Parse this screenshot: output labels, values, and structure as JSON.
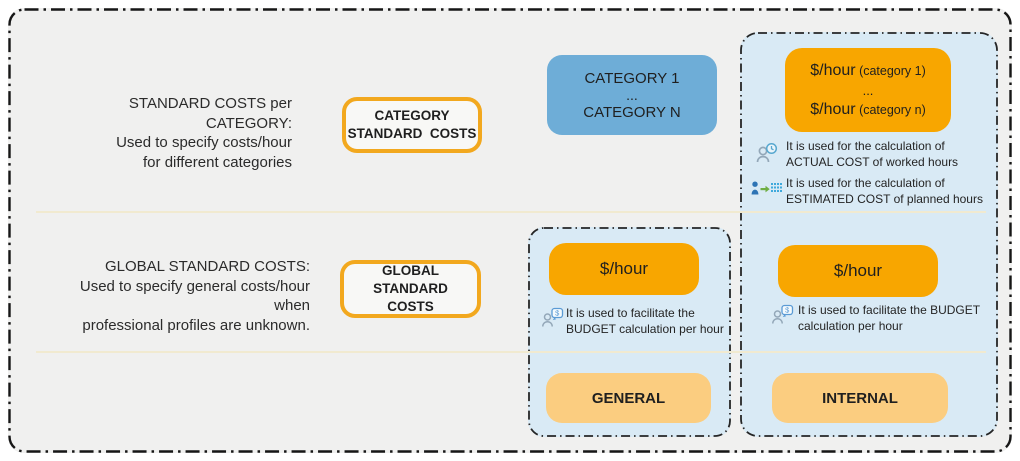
{
  "colors": {
    "canvas": "#f0f0ef",
    "panel_blue": "#d9eaf5",
    "category_blue": "#6eadd7",
    "orange": "#f8a600",
    "light_orange": "#fbcd80",
    "button_border": "#f2a81e",
    "divider": "#f1ead0",
    "frame_border": "#161616"
  },
  "row_category": {
    "description_lines": [
      "STANDARD COSTS per CATEGORY:",
      "Used to specify costs/hour",
      "for different categories"
    ],
    "button": {
      "line1": "CATEGORY",
      "line2": "STANDARD  COSTS"
    },
    "categories_box": {
      "line1": "CATEGORY 1",
      "ellipsis": "...",
      "line2": "CATEGORY N"
    },
    "rates_panel": {
      "rate1": "$/hour",
      "rate1_suffix": " (category 1)",
      "ellipsis": "...",
      "rate2": "$/hour",
      "rate2_suffix": " (category n)",
      "usages": [
        {
          "icon": "person-clock-icon",
          "line1": "It is used for the calculation of",
          "line2": "ACTUAL COST of worked hours"
        },
        {
          "icon": "person-schedule-icon",
          "line1": "It is used for the calculation of",
          "line2": "ESTIMATED COST of planned hours"
        }
      ]
    }
  },
  "row_global": {
    "description_lines": [
      "GLOBAL STANDARD COSTS:",
      "Used to specify general costs/hour when",
      "professional profiles are unknown."
    ],
    "button": {
      "line1": "GLOBAL STANDARD",
      "line2": "COSTS"
    },
    "general_panel": {
      "rate": "$/hour",
      "usage_line1": "It is used to facilitate the",
      "usage_line2": "BUDGET calculation per hour",
      "label": "GENERAL"
    },
    "internal_panel": {
      "rate": "$/hour",
      "usage_line1": "It is used to facilitate the BUDGET",
      "usage_line2": "calculation per hour",
      "label": "INTERNAL"
    }
  }
}
